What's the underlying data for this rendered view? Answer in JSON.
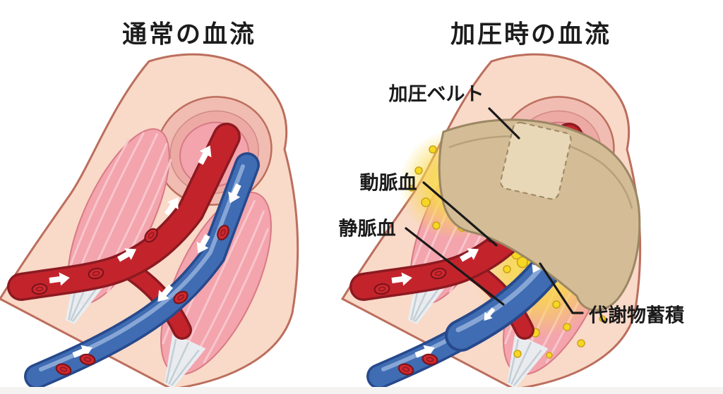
{
  "titles": {
    "left": "通常の血流",
    "right": "加圧時の血流"
  },
  "annotations": {
    "belt": "加圧ベルト",
    "arterial_blood": "動脈血",
    "venous_blood": "静脈血",
    "metabolite_accumulation": "代謝物蓄積"
  },
  "colors": {
    "skin": "#f9d9c8",
    "skin_outline": "#bc6e5d",
    "cross_section_ring": "#f1bcb2",
    "cross_section_inner": "#edaaa4",
    "muscle": "#f3a4ad",
    "muscle_stripe": "#f8c8cd",
    "muscle_outline": "#d87a85",
    "tendon": "#e9eff2",
    "tendon_line": "#c3ced6",
    "artery": "#c3242c",
    "artery_outline": "#8c1a21",
    "vein": "#3f6cb2",
    "vein_outline": "#27498c",
    "vein_highlight": "#8fadd9",
    "arrow": "#ffffff",
    "rbc": "#cf2830",
    "rbc_outline": "#7c141a",
    "belt": "#d3bc96",
    "belt_outline": "#9b8763",
    "belt_patch": "#e8d8b8",
    "metabolite_dot": "#f6d823",
    "metabolite_dot_outline": "#caa21a",
    "metabolite_glow": "#f8d84a",
    "pointer_line": "#1a1a1a",
    "title_text": "#1c1c1c"
  }
}
